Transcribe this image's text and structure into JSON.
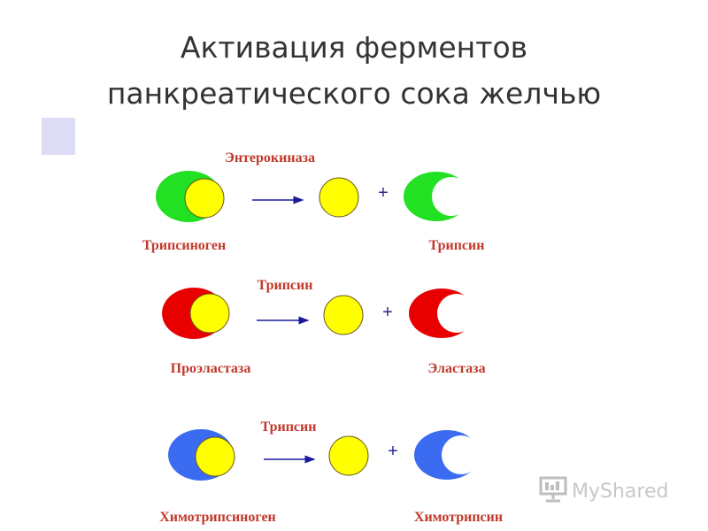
{
  "title": {
    "line1": "Активация ферментов",
    "line2": "панкреатического сока желчью"
  },
  "reactions": [
    {
      "enzyme": "Энтерокиназа",
      "precursor": "Трипсиноген",
      "product": "Трипсин",
      "plus": "+",
      "color": "#22e022"
    },
    {
      "enzyme": "Трипсин",
      "precursor": "Проэластаза",
      "product": "Эластаза",
      "plus": "+",
      "color": "#e80000"
    },
    {
      "enzyme": "Трипсин",
      "precursor": "Химотрипсиноген",
      "product": "Химотрипсин",
      "plus": "+",
      "color": "#3a6bf0"
    }
  ],
  "colors": {
    "label": "#c0392b",
    "peptide": "#ffff00",
    "arrow": "#1a1a9c"
  },
  "watermark": {
    "text": "MyShared",
    "icon": "projector-screen-icon"
  }
}
